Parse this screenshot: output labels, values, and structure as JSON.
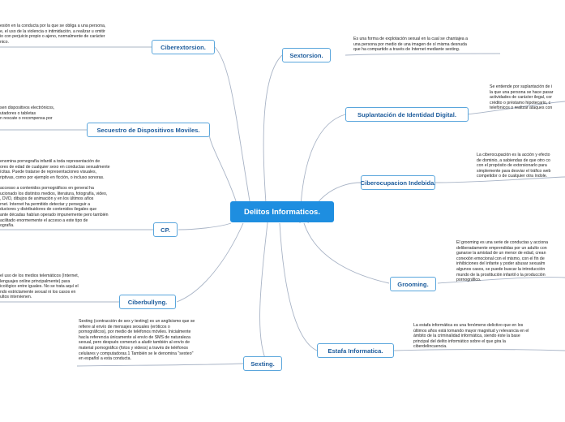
{
  "central": {
    "label": "Delitos Informaticos."
  },
  "nodes": {
    "sextorsion": {
      "label": "Sextorsion.",
      "text": "Es una forma de explotación sexual en la cual se chantajea a\nuna persona por medio de una imagen de sí misma desnuda\nque ha compartido a través de Internet mediante sexting."
    },
    "suplantacion": {
      "label": "Suplantación de Identidad Digital.",
      "text": "Se entiende por suplantación de i\nla que una persona se hace pasar\nactividades de carácter ilegal, cor\ncrédito o préstamo hipotecario, c\ntelefónicos o realizar ataques con"
    },
    "ciberocupacion": {
      "label": "Ciberocupacion Indebida.",
      "text": "La ciberocupación es la acción y efecto\nde dominio, a sabiendas de que otro co\ncon el propósito de extorsionarlo para\nsimplemente para desviar el tráfico web\ncompetidor o de cualquier otra índole."
    },
    "grooming": {
      "label": "Grooming.",
      "text": "El grooming es una serie de conductas y acciona\ndeliberadamente emprendidas por un adulto con\nganarse la amistad de un menor de edad, crean\nconexión emocional con el mismo, con el fin de\ninhibiciones del infante y poder abusar sexualm\nalgunos casos, se puede buscar la introducción\nmundo de la prostitución infantil o la producción\npornográfico."
    },
    "estafa": {
      "label": "Estafa Informatica.",
      "text": "La estafa informática es una fenómeno delictivo que en los\núltimos años está tomando mayor magnitud y relevancia en el\námbito de la criminalidad informática, siendo éste la base\nprincipal del delito informático sobre el que gira la\nciberdelincuencia."
    },
    "sexting": {
      "label": "Sexting.",
      "text": "Sexting (contracción de sex y texting) es un anglicismo que se\nrefiere al envío de mensajes sexuales (eróticos o\npornográficos), por medio de teléfonos móviles. Inicialmente\nhacía referencia únicamente al envío de SMS de naturaleza\nsexual, pero después comenzó a aludir también al envío de\nmaterial pornográfico (fotos y videos) a través de teléfonos\ncelulares y computadoras.1 También se le denomina \"sexteo\"\nen español a esta conducta."
    },
    "ciberbullyng": {
      "label": "Ciberbullyng.",
      "text": "el uso de los medios telemáticos (Internet,\nlenguajes online principalmente) para\nicológico entre iguales. No se trata aquí el\nndo estrictamente sexual ni los casos en\nultos intervienen."
    },
    "cp": {
      "label": "CP.",
      "text": "enomina pornografía infantil a toda representación de\nores de edad de cualquier sexo en conductas sexualmente\nícitas. Puede tratarse de representaciones visuales,\nriptivas, como por ejemplo en ficción, o incluso sonoras.\n\naccesso a contenidos pornográficos en general ha\nucionado los distintos medios, literatura, fotografía, video,\n, DVD, dibujos de animación y en los últimos años\nrnet. Internet ha permitido detectar y perseguir a\nductores y distribuidores de contenidos ilegales que\nante décadas habían operado impunemente pero también\nacilitado enormemente el acceso a este tipo de\nografía."
    },
    "secuestro": {
      "label": "Secuestro de Dispositivos Moviles.",
      "text": "sen dispositivos electrónicos,\nutadores o tabletas\nn rescate o recompensa por"
    },
    "ciberextorsion": {
      "label": "Ciberextorsion.",
      "text": "esión en la conducta por la que se obliga a una persona,\ne, el uso de la violencia o intimidación, a realizar u omitir\nio con perjuicio propio o ajeno, normalmente de carácter\nnico."
    }
  },
  "colors": {
    "central_fill": "#1e8ee0",
    "node_border": "#5aa6dc",
    "node_text": "#1d5c9c",
    "line": "#a9b4c6"
  }
}
